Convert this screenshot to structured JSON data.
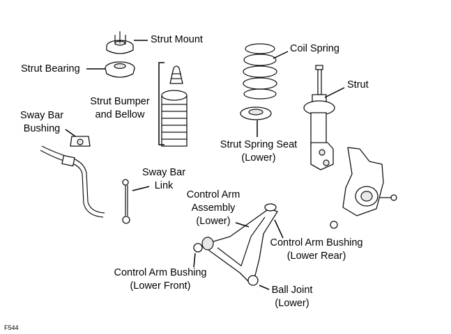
{
  "labels": {
    "strut_mount": "Strut Mount",
    "strut_bearing": "Strut Bearing",
    "strut_bumper_1": "Strut Bumper",
    "strut_bumper_2": "and Bellow",
    "sway_bar_bushing_1": "Sway Bar",
    "sway_bar_bushing_2": "Bushing",
    "coil_spring": "Coil Spring",
    "strut": "Strut",
    "strut_spring_seat_1": "Strut Spring Seat",
    "strut_spring_seat_2": "(Lower)",
    "sway_bar_link_1": "Sway Bar",
    "sway_bar_link_2": "Link",
    "control_arm_assembly_1": "Control Arm",
    "control_arm_assembly_2": "Assembly",
    "control_arm_assembly_3": "(Lower)",
    "control_arm_bushing_rear_1": "Control Arm Bushing",
    "control_arm_bushing_rear_2": "(Lower Rear)",
    "control_arm_bushing_front_1": "Control Arm Bushing",
    "control_arm_bushing_front_2": "(Lower Front)",
    "ball_joint_1": "Ball Joint",
    "ball_joint_2": "(Lower)"
  },
  "figure_code": "F544"
}
